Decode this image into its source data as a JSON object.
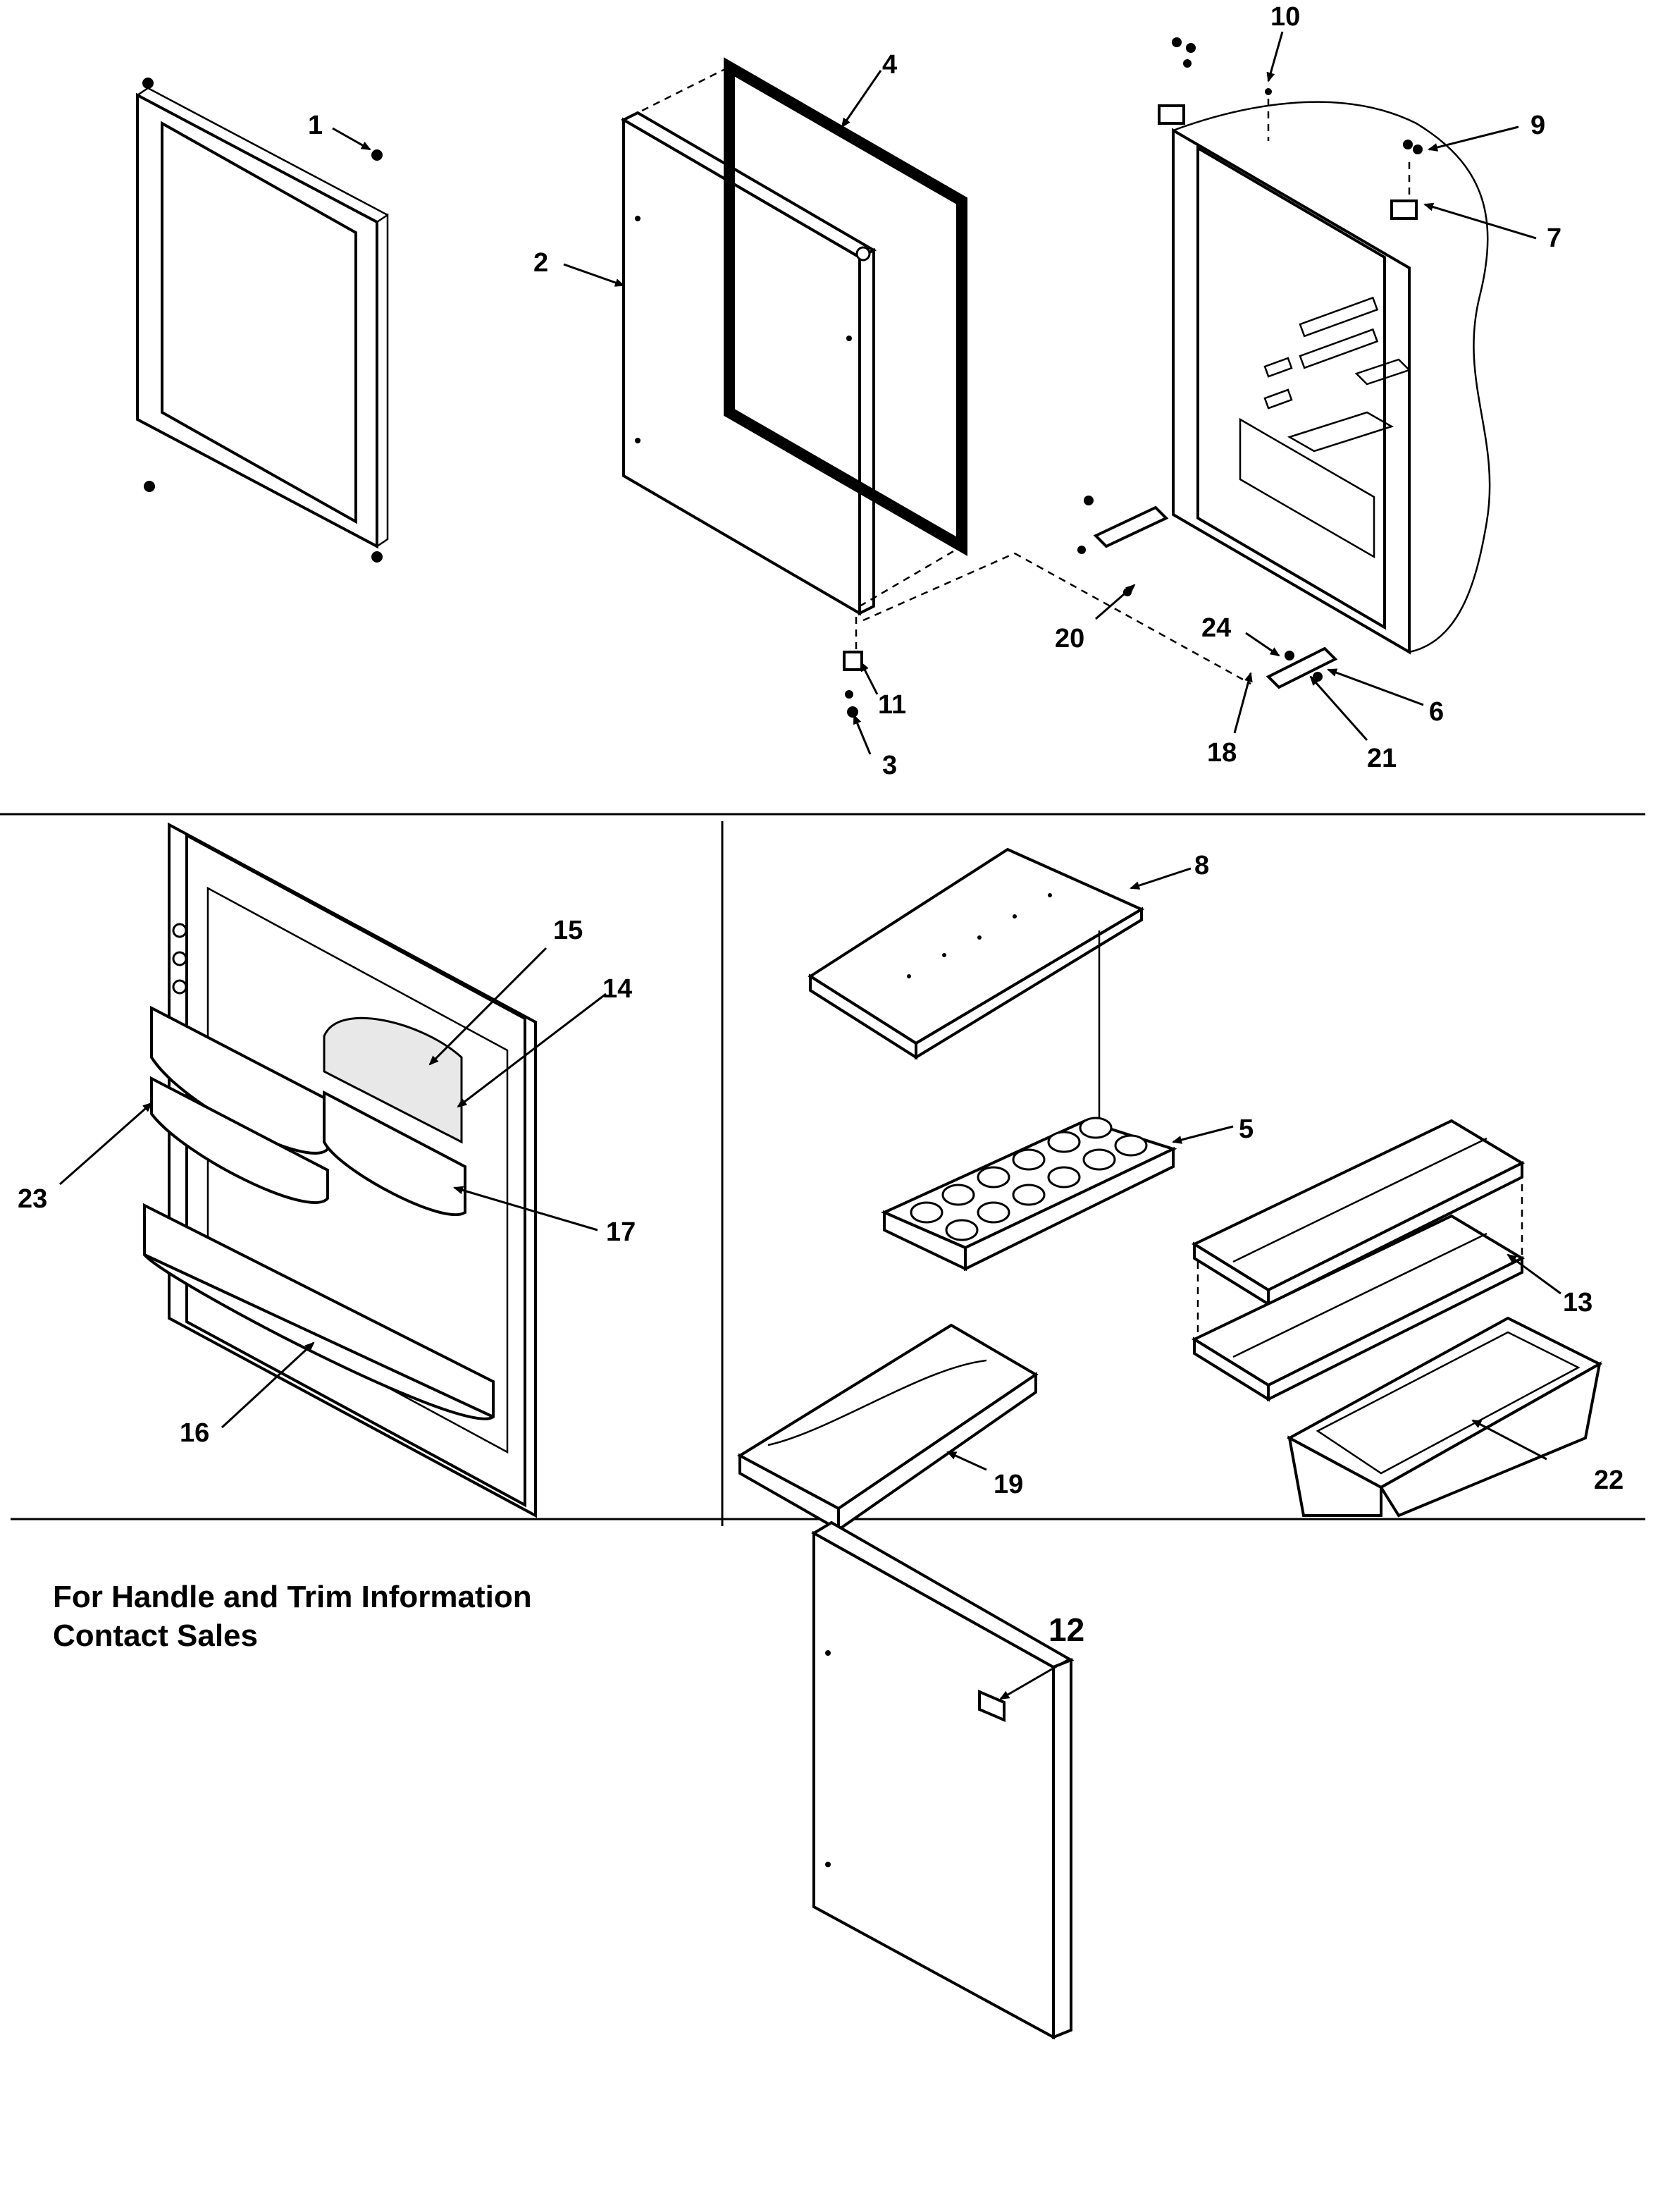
{
  "diagram": {
    "note_lines": [
      "For Handle and Trim Information",
      "Contact Sales"
    ],
    "callouts": [
      "1",
      "2",
      "3",
      "4",
      "5",
      "6",
      "7",
      "8",
      "9",
      "10",
      "11",
      "12",
      "13",
      "14",
      "15",
      "16",
      "17",
      "18",
      "19",
      "20",
      "21",
      "22",
      "23",
      "24"
    ]
  }
}
